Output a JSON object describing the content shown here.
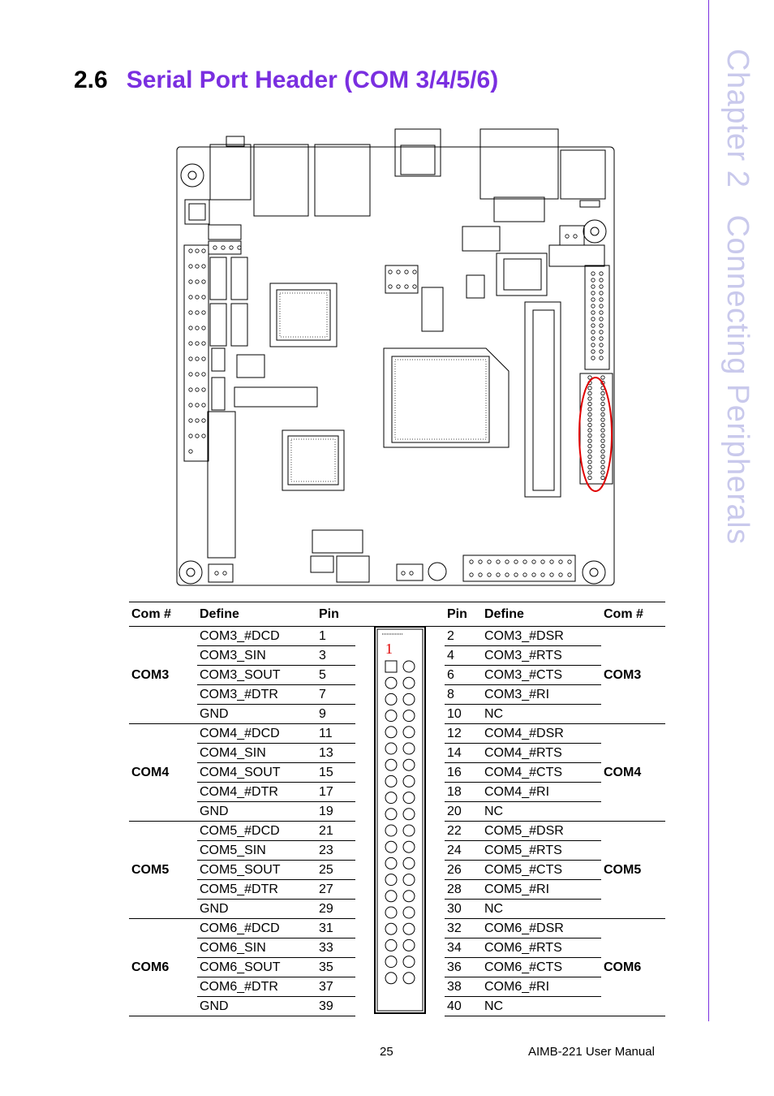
{
  "chapter": {
    "label": "Chapter 2",
    "subtitle": "Connecting Peripherals"
  },
  "section": {
    "number": "2.6",
    "title": "Serial Port Header (COM 3/4/5/6)"
  },
  "headers": [
    "Com #",
    "Define",
    "Pin",
    "Pin",
    "Define",
    "Com #"
  ],
  "groups": [
    {
      "com": "COM3",
      "rows": [
        {
          "ld": "COM3_#DCD",
          "lp": "1",
          "rp": "2",
          "rd": "COM3_#DSR"
        },
        {
          "ld": "COM3_SIN",
          "lp": "3",
          "rp": "4",
          "rd": "COM3_#RTS"
        },
        {
          "ld": "COM3_SOUT",
          "lp": "5",
          "rp": "6",
          "rd": "COM3_#CTS"
        },
        {
          "ld": "COM3_#DTR",
          "lp": "7",
          "rp": "8",
          "rd": "COM3_#RI"
        },
        {
          "ld": "GND",
          "lp": "9",
          "rp": "10",
          "rd": "NC"
        }
      ]
    },
    {
      "com": "COM4",
      "rows": [
        {
          "ld": "COM4_#DCD",
          "lp": "11",
          "rp": "12",
          "rd": "COM4_#DSR"
        },
        {
          "ld": "COM4_SIN",
          "lp": "13",
          "rp": "14",
          "rd": "COM4_#RTS"
        },
        {
          "ld": "COM4_SOUT",
          "lp": "15",
          "rp": "16",
          "rd": "COM4_#CTS"
        },
        {
          "ld": "COM4_#DTR",
          "lp": "17",
          "rp": "18",
          "rd": "COM4_#RI"
        },
        {
          "ld": "GND",
          "lp": "19",
          "rp": "20",
          "rd": "NC"
        }
      ]
    },
    {
      "com": "COM5",
      "rows": [
        {
          "ld": "COM5_#DCD",
          "lp": "21",
          "rp": "22",
          "rd": "COM5_#DSR"
        },
        {
          "ld": "COM5_SIN",
          "lp": "23",
          "rp": "24",
          "rd": "COM5_#RTS"
        },
        {
          "ld": "COM5_SOUT",
          "lp": "25",
          "rp": "26",
          "rd": "COM5_#CTS"
        },
        {
          "ld": "COM5_#DTR",
          "lp": "27",
          "rp": "28",
          "rd": "COM5_#RI"
        },
        {
          "ld": "GND",
          "lp": "29",
          "rp": "30",
          "rd": "NC"
        }
      ]
    },
    {
      "com": "COM6",
      "rows": [
        {
          "ld": "COM6_#DCD",
          "lp": "31",
          "rp": "32",
          "rd": "COM6_#DSR"
        },
        {
          "ld": "COM6_SIN",
          "lp": "33",
          "rp": "34",
          "rd": "COM6_#RTS"
        },
        {
          "ld": "COM6_SOUT",
          "lp": "35",
          "rp": "36",
          "rd": "COM6_#CTS"
        },
        {
          "ld": "COM6_#DTR",
          "lp": "37",
          "rp": "38",
          "rd": "COM6_#RI"
        },
        {
          "ld": "GND",
          "lp": "39",
          "rp": "40",
          "rd": "NC"
        }
      ]
    }
  ],
  "connector": {
    "pin1_label": "1",
    "pin_pairs": 20
  },
  "colors": {
    "accent": "#7a2fe0",
    "chapter_text": "#c9c9ec",
    "highlight": "#e00000"
  },
  "footer": {
    "page": "25",
    "manual": "AIMB-221 User Manual"
  }
}
